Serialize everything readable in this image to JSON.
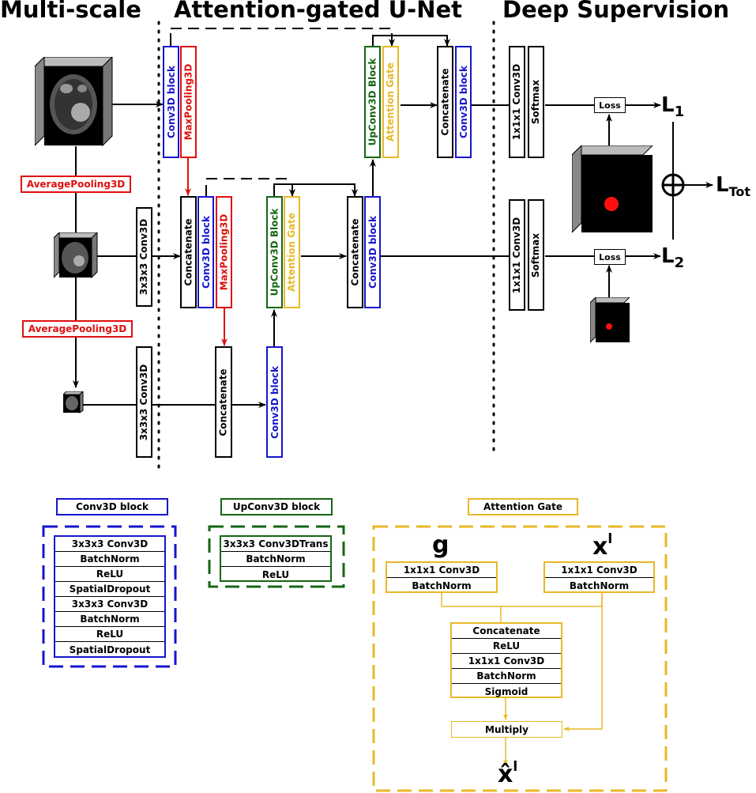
{
  "headers": {
    "multiscale": "Multi-scale",
    "unet": "Attention-gated U-Net",
    "deep": "Deep Supervision"
  },
  "blocks": {
    "conv3d_block": "Conv3D block",
    "maxpool": "MaxPooling3D",
    "upconv3d_block": "UpConv3D Block",
    "attention_gate": "Attention Gate",
    "concatenate": "Concatenate",
    "conv3x3": "3x3x3 Conv3D",
    "conv1x1": "1x1x1 Conv3D",
    "softmax": "Softmax",
    "avgpool": "AveragePooling3D",
    "loss": "Loss"
  },
  "outputs": {
    "l1_main": "L",
    "l1_sub": "1",
    "l2_main": "L",
    "l2_sub": "2",
    "ltot_main": "L",
    "ltot_sub": "Tot",
    "plus": "⊕"
  },
  "legend": {
    "conv3d": {
      "title": "Conv3D block",
      "rows": [
        "3x3x3 Conv3D",
        "BatchNorm",
        "ReLU",
        "SpatialDropout",
        "3x3x3 Conv3D",
        "BatchNorm",
        "ReLU",
        "SpatialDropout"
      ]
    },
    "upconv3d": {
      "title": "UpConv3D block",
      "rows": [
        "3x3x3 Conv3DTrans",
        "BatchNorm",
        "ReLU"
      ]
    },
    "attention": {
      "title": "Attention Gate",
      "g_label": "g",
      "x_main": "x",
      "x_sup": "l",
      "left_rows": [
        "1x1x1 Conv3D",
        "BatchNorm"
      ],
      "right_rows": [
        "1x1x1 Conv3D",
        "BatchNorm"
      ],
      "mid_rows": [
        "Concatenate",
        "ReLU",
        "1x1x1 Conv3D",
        "BatchNorm",
        "Sigmoid"
      ],
      "multiply": "Multiply",
      "xhat_main": "x̂",
      "xhat_sup": "l"
    }
  },
  "colors": {
    "conv": "#1515d0",
    "pool": "#e01010",
    "upconv": "#156615",
    "attention": "#e8b828"
  }
}
